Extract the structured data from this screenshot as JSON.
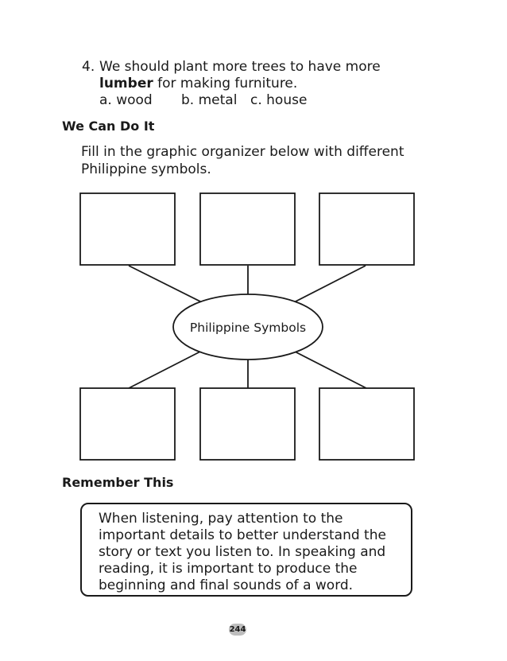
{
  "question": {
    "number": "4.",
    "line1": "We should plant more trees to have more",
    "keyword": "lumber",
    "line2_rest": " for making furniture.",
    "choices": [
      "a. wood",
      "b. metal",
      "c. house"
    ]
  },
  "section1": {
    "heading": "We Can Do It",
    "instruction": "Fill in the graphic organizer below with different Philippine symbols.",
    "organizer_center": "Philippine Symbols"
  },
  "section2": {
    "heading": "Remember This",
    "body": "When listening, pay attention to the important details to better understand the story or text you listen to. In speaking and reading, it is important to produce the beginning and final sounds of a word."
  },
  "page_number": "244"
}
